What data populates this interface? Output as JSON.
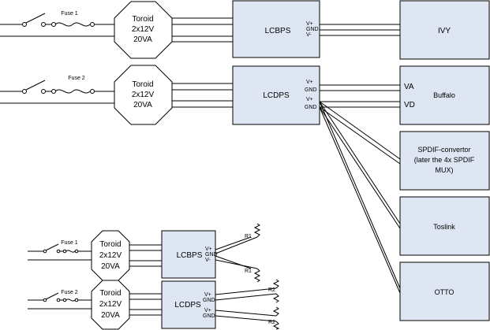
{
  "colors": {
    "box_fill": "#dfe6f3",
    "line": "#000000",
    "background": "#ffffff"
  },
  "top": {
    "fuse1": "Fuse 1",
    "fuse2": "Fuse 2",
    "toroid1": [
      "Toroid",
      "2x12V",
      "20VA"
    ],
    "toroid2": [
      "Toroid",
      "2x12V",
      "20VA"
    ],
    "psu1": {
      "label": "LCBPS",
      "pins": [
        "V+",
        "GND",
        "V-"
      ]
    },
    "psu2": {
      "label": "LCDPS",
      "pins": [
        "V+",
        "GND",
        "V+",
        "GND"
      ]
    },
    "ivy": "IVY",
    "buffalo": {
      "label": "Buffalo",
      "pins": [
        "VA",
        "VD"
      ]
    },
    "spdif": [
      "SPDIF-convertor",
      "(later the 4x SPDIF",
      "MUX)"
    ],
    "toslink": "Toslink",
    "otto": "OTTO"
  },
  "bottom": {
    "fuse1": "Fuse 1",
    "fuse2": "Fuse 2",
    "toroid1": [
      "Toroid",
      "2x12V",
      "20VA"
    ],
    "toroid2": [
      "Toroid",
      "2x12V",
      "20VA"
    ],
    "psu1": {
      "label": "LCBPS",
      "pins": [
        "V+",
        "GND",
        "V-"
      ]
    },
    "psu2": {
      "label": "LCDPS",
      "pins": [
        "V+",
        "GND",
        "V+",
        "GND"
      ]
    },
    "r1a": "R1",
    "r1b": "R1",
    "r2a": "R2",
    "r2b": "R2"
  }
}
